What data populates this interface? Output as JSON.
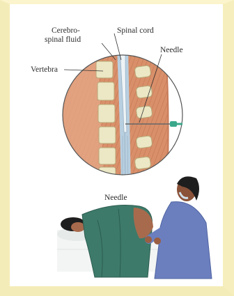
{
  "labels": {
    "csf_line1": "Cerebro-",
    "csf_line2": "spinal fluid",
    "spinal_cord": "Spinal cord",
    "needle_top": "Needle",
    "vertebra": "Vertebra",
    "needle_bottom": "Needle"
  },
  "colors": {
    "frame": "#f4ecb8",
    "tissue": "#d9906a",
    "tissue_dark": "#c9785a",
    "bone": "#ece7c4",
    "canal": "#b8cfe0",
    "cord": "#eaf1f5",
    "drape": "#3d7a6a",
    "scrubs": "#6b7fbf",
    "skin": "#a86a4c",
    "hair": "#1e1e1e",
    "needle": "#3aa88a"
  }
}
